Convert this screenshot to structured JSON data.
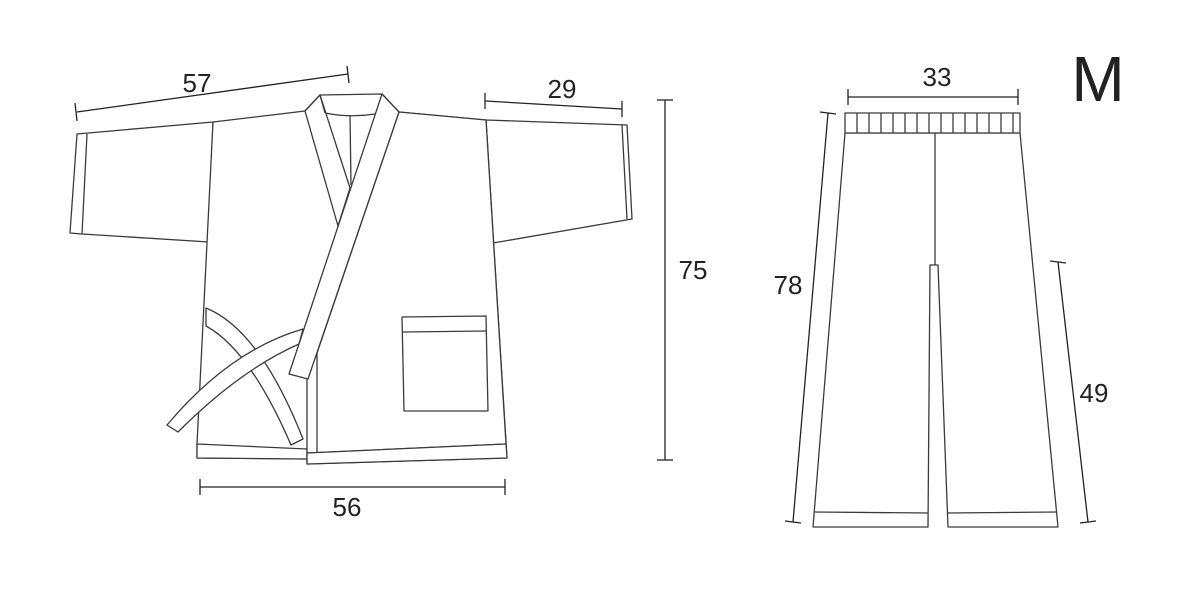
{
  "size_label": "M",
  "jacket": {
    "sleeve_length": "57",
    "sleeve_width": "29",
    "length": "75",
    "width": "56"
  },
  "pants": {
    "waist": "33",
    "length": "78",
    "inseam": "49"
  }
}
